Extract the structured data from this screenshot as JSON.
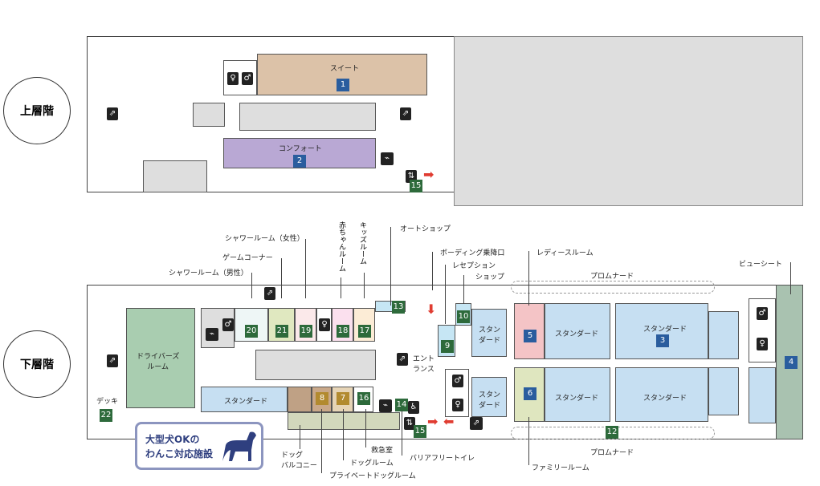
{
  "floors": {
    "upper": "上層階",
    "lower": "下層階"
  },
  "upper": {
    "suite": "スイート",
    "suite_no": "1",
    "comfort": "コンフォート",
    "comfort_no": "2",
    "elevator_no": "15"
  },
  "lower": {
    "drivers_room": "ドライバーズ\nルーム",
    "deck": "デッキ",
    "deck_no": "22",
    "standard": "スタンダード",
    "standard_small": "スタン\nダード",
    "entrance": "エント\nランス",
    "promenade": "プロムナード",
    "labels": {
      "shower_female": "シャワールーム（女性）",
      "game_corner": "ゲームコーナー",
      "shower_male": "シャワールーム（男性）",
      "baby_room": "赤ちゃんルーム",
      "kids_room": "キッズルーム",
      "auto_shop": "オートショップ",
      "boarding": "ボーディング乗降口",
      "reception": "レセプション",
      "shop": "ショップ",
      "ladies_room": "レディースルーム",
      "view_seat": "ビューシート",
      "dog_balcony": "ドッグ\nバルコニー",
      "private_dog_room": "プライベートドッグルーム",
      "dog_room": "ドッグルーム",
      "first_aid": "救急室",
      "barrier_free_toilet": "バリアフリートイレ",
      "family_room": "ファミリールーム"
    },
    "numbers": {
      "n20": "20",
      "n21": "21",
      "n19": "19",
      "n18": "18",
      "n17": "17",
      "n13": "13",
      "n10": "10",
      "n9": "9",
      "n5": "5",
      "n3": "3",
      "n4": "4",
      "n6": "6",
      "n16": "16",
      "n14": "14",
      "n15": "15",
      "n8": "8",
      "n7": "7",
      "n12": "12"
    },
    "dog_banner": "大型犬OKの\nわんこ対応施設"
  },
  "colors": {
    "green_badge": "#2d6a3b",
    "blue_badge": "#2a5d9e",
    "gold_badge": "#b28a2f",
    "suite": "#dcc2a8",
    "comfort": "#b9a8d4",
    "standard": "#c6dff2",
    "drivers": "#a9cdb0",
    "ladies": "#f4c4c6",
    "family": "#dfe6bf"
  }
}
